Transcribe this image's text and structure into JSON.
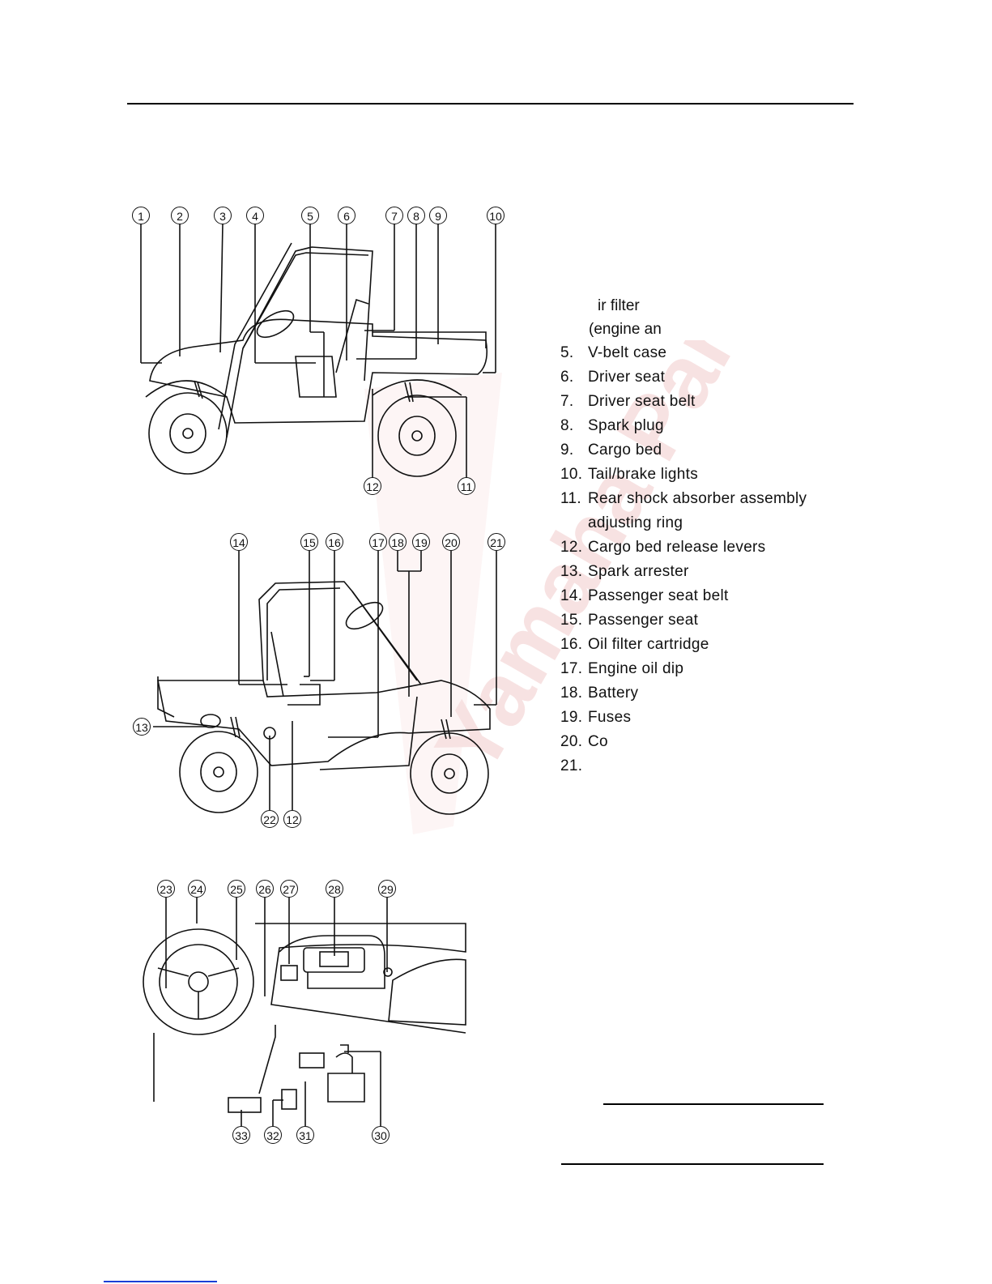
{
  "page": {
    "watermark_text": "Yamaha Parts"
  },
  "figure1": {
    "callouts": [
      "1",
      "2",
      "3",
      "4",
      "5",
      "6",
      "7",
      "8",
      "9",
      "10",
      "12",
      "11"
    ]
  },
  "figure2": {
    "callouts": [
      "14",
      "15",
      "16",
      "17",
      "18",
      "19",
      "20",
      "21",
      "13",
      "22",
      "12"
    ]
  },
  "figure3": {
    "callouts": [
      "23",
      "24",
      "25",
      "26",
      "27",
      "28",
      "29",
      "33",
      "32",
      "31",
      "30"
    ]
  },
  "legend": {
    "partial": [
      "ir filter",
      "(engine an"
    ],
    "items": [
      {
        "num": "5.",
        "label": "V-belt case"
      },
      {
        "num": "6.",
        "label": "Driver seat"
      },
      {
        "num": "7.",
        "label": "Driver seat belt"
      },
      {
        "num": "8.",
        "label": "Spark plug"
      },
      {
        "num": "9.",
        "label": "Cargo bed"
      },
      {
        "num": "10.",
        "label": "Tail/brake lights"
      },
      {
        "num": "11.",
        "label": "Rear shock absorber assembly"
      },
      {
        "num": "",
        "label": "adjusting ring"
      },
      {
        "num": "12.",
        "label": "Cargo bed release levers"
      },
      {
        "num": "13.",
        "label": "Spark arrester"
      },
      {
        "num": "14.",
        "label": "Passenger seat belt"
      },
      {
        "num": "15.",
        "label": "Passenger seat"
      },
      {
        "num": "16.",
        "label": "Oil filter cartridge"
      },
      {
        "num": "17.",
        "label": "Engine oil dip"
      },
      {
        "num": "18.",
        "label": "Battery"
      },
      {
        "num": "19.",
        "label": "Fuses"
      },
      {
        "num": "20.",
        "label": "Co"
      },
      {
        "num": "21.",
        "label": ""
      }
    ]
  },
  "colors": {
    "watermark": "#c62828",
    "ink": "#111111",
    "bottom_link": "#1a3fd6"
  }
}
